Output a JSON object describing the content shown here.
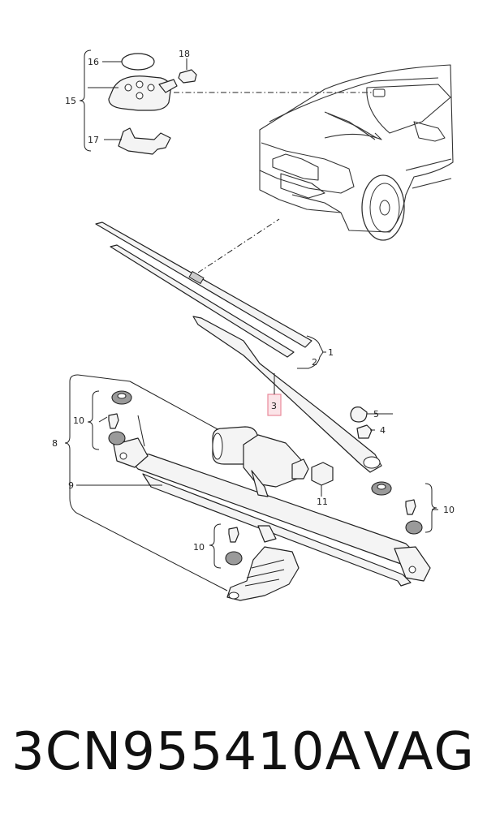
{
  "diagram": {
    "callouts": {
      "c1": "1",
      "c2": "2",
      "c3": "3",
      "c4": "4",
      "c5": "5",
      "c8": "8",
      "c9": "9",
      "c10a": "10",
      "c10b": "10",
      "c10c": "10",
      "c11": "11",
      "c15": "15",
      "c16": "16",
      "c17": "17",
      "c18": "18"
    },
    "highlight_color": "#e88a9a"
  },
  "footer": {
    "part_number": "3CN955410A",
    "brand": "VAG"
  }
}
